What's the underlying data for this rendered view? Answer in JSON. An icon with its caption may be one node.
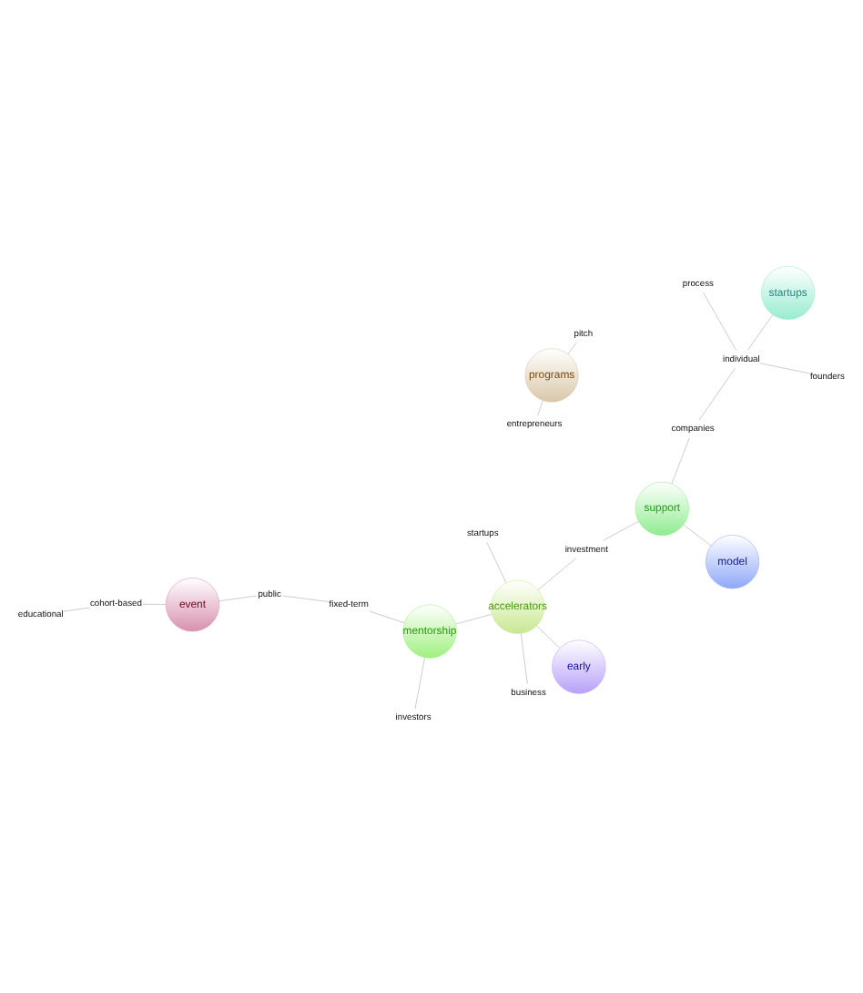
{
  "diagram": {
    "nodes": [
      {
        "text": [
          "programs"
        ]
      },
      {
        "text": [
          "educational"
        ]
      },
      {
        "text": [
          "cohort-based"
        ]
      },
      {
        "text": [
          "pitch"
        ]
      },
      {
        "text": [
          "entrepreneurs"
        ]
      },
      {
        "text": [
          "event"
        ]
      },
      {
        "text": [
          "public"
        ]
      },
      {
        "text": [
          "fixed-term"
        ]
      },
      {
        "text": [
          "mentorship"
        ]
      },
      {
        "text": [
          "investors"
        ]
      },
      {
        "text": [
          "early"
        ]
      },
      {
        "text": [
          "model"
        ]
      },
      {
        "text": [
          "accelerators"
        ]
      },
      {
        "text": [
          "business"
        ]
      },
      {
        "text": [
          "investment"
        ]
      },
      {
        "text": [
          "support"
        ]
      },
      {
        "text": [
          "companies"
        ]
      },
      {
        "text": [
          "startups"
        ]
      },
      {
        "text": [
          "individual"
        ]
      },
      {
        "text": [
          "founders"
        ]
      },
      {
        "text": [
          "process"
        ]
      },
      {
        "text": [
          "startups"
        ]
      }
    ],
    "edges": [
      {
        "from": 0,
        "to": 3,
        "arrow": "none"
      },
      {
        "from": 0,
        "to": 4,
        "arrow": "none"
      },
      {
        "from": 1,
        "to": 2,
        "arrow": "none"
      },
      {
        "from": 2,
        "to": 5,
        "arrow": "none"
      },
      {
        "from": 5,
        "to": 6,
        "arrow": "none"
      },
      {
        "from": 6,
        "to": 7,
        "arrow": "none"
      },
      {
        "from": 7,
        "to": 8,
        "arrow": "none"
      },
      {
        "from": 8,
        "to": 9,
        "arrow": "none"
      },
      {
        "from": 8,
        "to": 12,
        "arrow": "none"
      },
      {
        "from": 10,
        "to": 12,
        "arrow": "none"
      },
      {
        "from": 12,
        "to": 13,
        "arrow": "none"
      },
      {
        "from": 12,
        "to": 14,
        "arrow": "none"
      },
      {
        "from": 14,
        "to": 15,
        "arrow": "none"
      },
      {
        "from": 12,
        "to": 21,
        "arrow": "none"
      },
      {
        "from": 11,
        "to": 15,
        "arrow": "none"
      },
      {
        "from": 15,
        "to": 16,
        "arrow": "none"
      },
      {
        "from": 16,
        "to": 18,
        "arrow": "none"
      },
      {
        "from": 18,
        "to": 17,
        "arrow": "none"
      },
      {
        "from": 20,
        "to": 18,
        "arrow": "none"
      },
      {
        "from": 19,
        "to": 18,
        "arrow": "none"
      }
    ]
  }
}
